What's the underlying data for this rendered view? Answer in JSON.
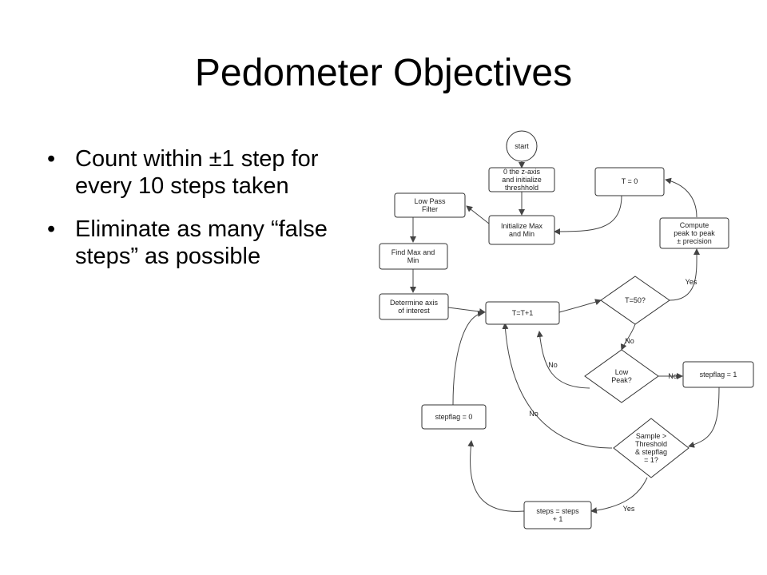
{
  "slide": {
    "title": "Pedometer Objectives",
    "bullets": [
      "Count within ±1 step for every 10 steps taken",
      "Eliminate as many “false steps” as possible"
    ]
  },
  "flowchart": {
    "nodes": {
      "start": [
        "start"
      ],
      "zero_axis": [
        "0 the z-axis",
        "and initialize",
        "threshhold"
      ],
      "init_max_min": [
        "Initialize Max",
        "and Min"
      ],
      "low_pass": [
        "Low Pass",
        "Filter"
      ],
      "find_max_min": [
        "Find Max and",
        "Min"
      ],
      "determine_axis": [
        "Determine axis",
        "of interest"
      ],
      "t_zero": [
        "T = 0"
      ],
      "compute_peak": [
        "Compute",
        "peak to peak",
        "± precision"
      ],
      "t_inc": [
        "T=T+1"
      ],
      "t_50": [
        "T=50?"
      ],
      "low_peak": [
        "Low",
        "Peak?"
      ],
      "stepflag_one": [
        "stepflag = 1"
      ],
      "stepflag_zero": [
        "stepflag = 0"
      ],
      "sample_threshold": [
        "Sample >",
        "Threshold",
        "& stepflag",
        "= 1?"
      ],
      "steps_inc": [
        "steps = steps",
        "+ 1"
      ]
    },
    "edge_labels": {
      "yes_t50": "Yes",
      "no_t50": "No",
      "no_lowpeak_left": "No",
      "no_lowpeak_right": "No",
      "no_sample": "No",
      "yes_sample": "Yes"
    }
  }
}
